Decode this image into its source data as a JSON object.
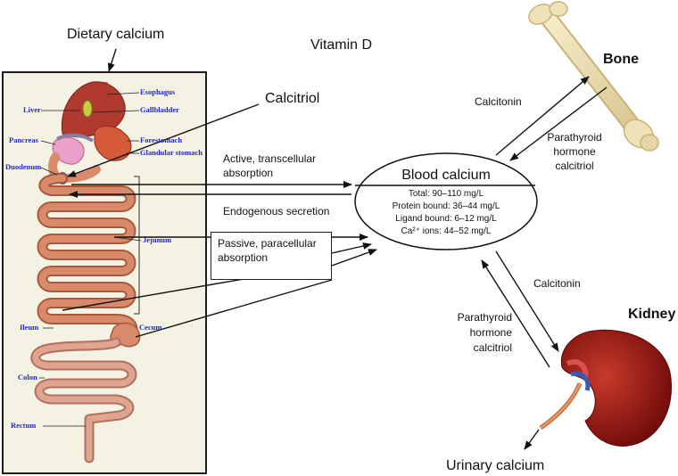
{
  "titles": {
    "dietary_calcium": "Dietary calcium",
    "vitamin_d": "Vitamin D",
    "calcitriol": "Calcitriol",
    "bone": "Bone",
    "kidney": "Kidney",
    "urinary_calcium": "Urinary calcium"
  },
  "gut_labels": {
    "esophagus": "Esophagus",
    "liver": "Liver",
    "gallbladder": "Gallbladder",
    "pancreas": "Pancreas",
    "forestomach": "Forestomach",
    "glandular_stomach": "Glandular stomach",
    "duodenum": "Duodenum",
    "jejunum": "Jejunum",
    "ileum": "Ileum",
    "cecum": "Cecum",
    "colon": "Colon",
    "rectum": "Rectum"
  },
  "pathways": {
    "active_line1": "Active, transcellular",
    "active_line2": "absorption",
    "endogenous": "Endogenous secretion",
    "passive_line1": "Passive, paracellular",
    "passive_line2": "absorption"
  },
  "blood": {
    "title": "Blood calcium",
    "total": "Total:  90–110 mg/L",
    "protein_bound": "Protein bound:  36–44 mg/L",
    "ligand_bound": "Ligand bound:  6–12 mg/L",
    "ions": "Ca²⁺ ions:  44–52 mg/L"
  },
  "bone_links": {
    "calcitonin": "Calcitonin",
    "pth_line1": "Parathyroid",
    "pth_line2": "hormone",
    "pth_line3": "calcitriol"
  },
  "kidney_links": {
    "calcitonin": "Calcitonin",
    "pth_line1": "Parathyroid",
    "pth_line2": "hormone",
    "pth_line3": "calcitriol"
  },
  "colors": {
    "intestine": "#d98a6a",
    "intestine_stroke": "#a65a3c",
    "liver": "#b03a30",
    "stomach": "#d45a3a",
    "pancreas": "#eaa0c8",
    "bone": "#efe2b8",
    "kidney": "#9a1010",
    "label_blue": "#2228c8"
  }
}
